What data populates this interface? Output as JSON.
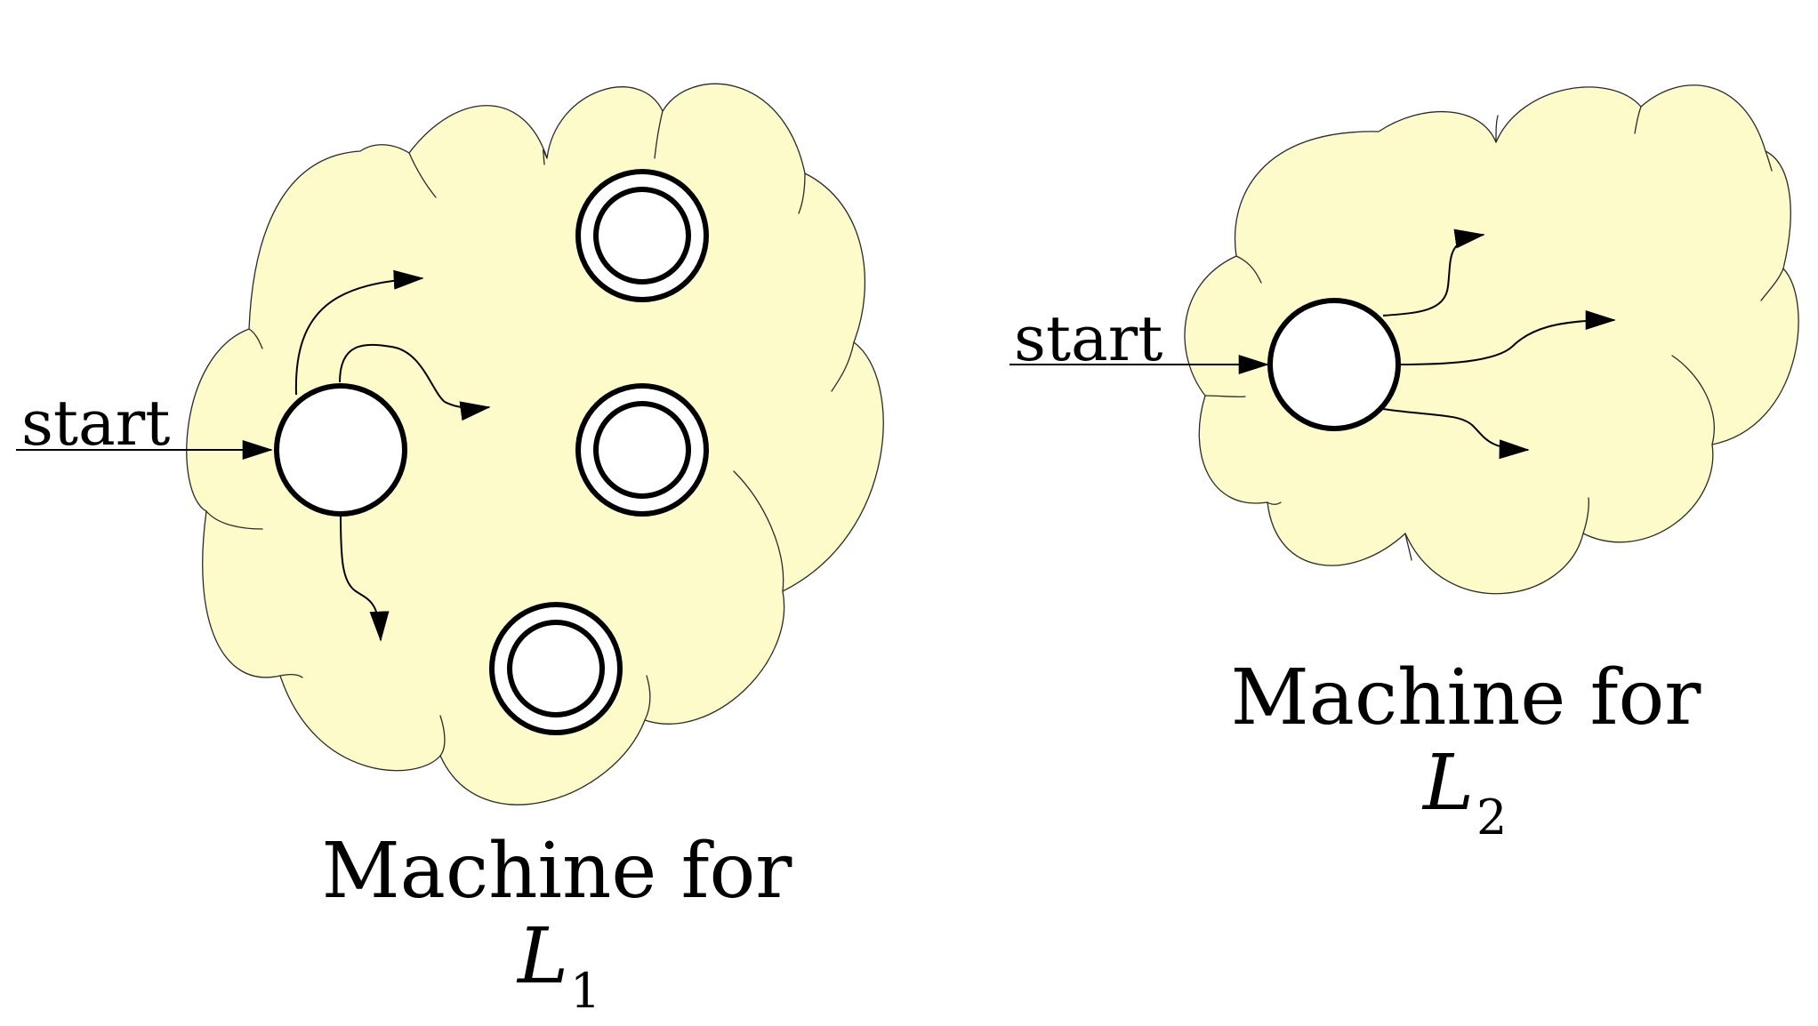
{
  "machine_1": {
    "start_label": "start",
    "caption_line1": "Machine for",
    "caption_symbol": "L",
    "caption_subscript": "1"
  },
  "machine_2": {
    "start_label": "start",
    "caption_line1": "Machine for",
    "caption_symbol": "L",
    "caption_subscript": "2"
  },
  "colors": {
    "cloud_fill": "#fcfbc9",
    "cloud_stroke": "#2a2a2a",
    "state_stroke": "#000000",
    "state_fill": "#ffffff"
  }
}
